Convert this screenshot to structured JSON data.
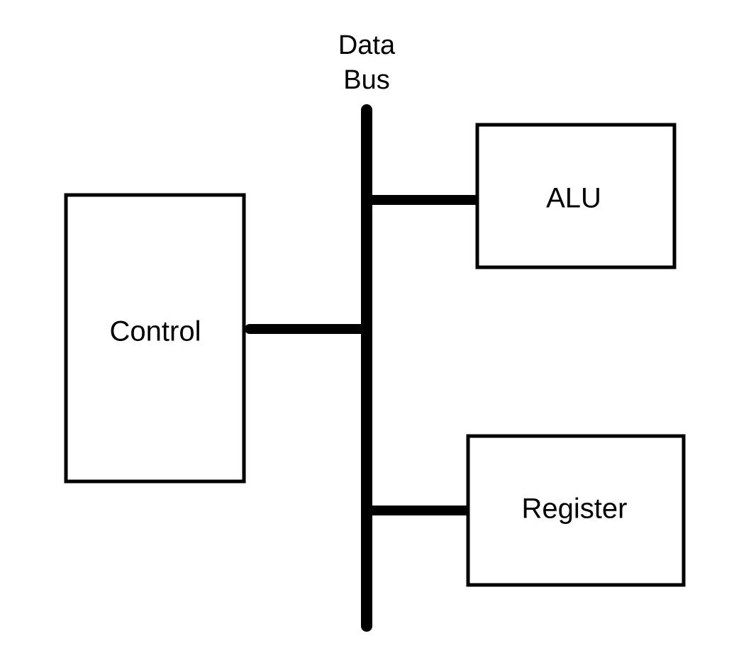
{
  "diagram": {
    "bus_label_line1": "Data",
    "bus_label_line2": "Bus",
    "control_label": "Control",
    "alu_label": "ALU",
    "register_label": "Register"
  }
}
